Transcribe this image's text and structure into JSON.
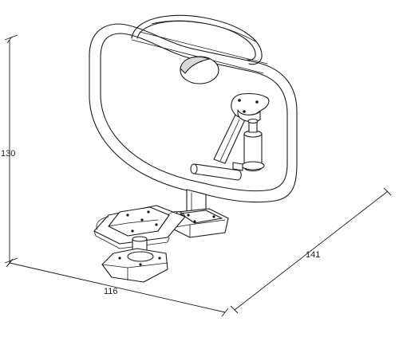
{
  "dimensions": {
    "height": "130",
    "width": "116",
    "depth": "141"
  }
}
